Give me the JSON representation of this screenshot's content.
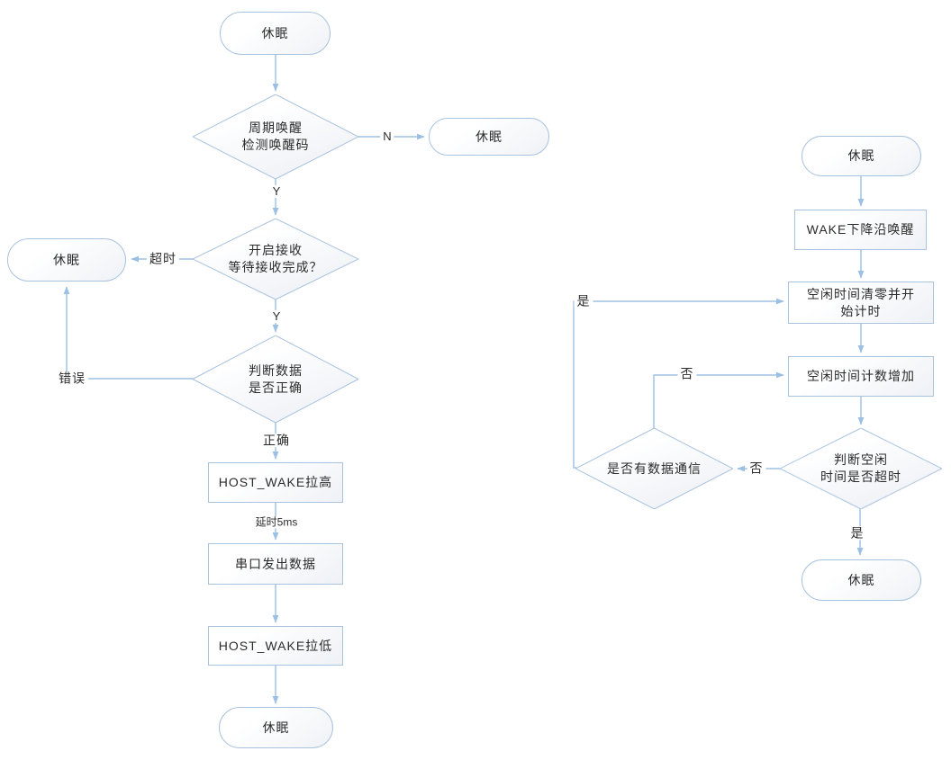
{
  "diagram_title": "UART sleep/wake flowcharts",
  "colors": {
    "connector_line": "#9cc0e4",
    "shape_border": "#a9c2e0",
    "shape_fill_top": "#ffffff",
    "shape_fill_bottom": "#eef1f6",
    "text": "#2b2b2b"
  },
  "left": {
    "nodes": {
      "start": "休眠",
      "check_wake": "周期唤醒\n检测唤醒码",
      "sleep_n": "休眠",
      "recv": "开启接收\n等待接收完成？",
      "sleep_timeout": "休眠",
      "verify": "判断数据\n是否正确",
      "host_wake_high": "HOST_WAKE拉高",
      "uart_send": "串口发出数据",
      "host_wake_low": "HOST_WAKE拉低",
      "end": "休眠"
    },
    "edge_labels": {
      "n": "N",
      "y1": "Y",
      "timeout": "超时",
      "y2": "Y",
      "error": "错误",
      "correct": "正确",
      "delay": "延时5ms"
    }
  },
  "right": {
    "nodes": {
      "start": "休眠",
      "wake_edge": "WAKE下降沿唤醒",
      "idle_reset": "空闲时间清零并开\n始计时",
      "idle_count": "空闲时间计数增加",
      "idle_timeout": "判断空闲\n时间是否超时",
      "has_comm": "是否有数据通信",
      "end": "休眠"
    },
    "edge_labels": {
      "yes_loop": "是",
      "no_count": "否",
      "no_comm": "否",
      "yes_end": "是"
    }
  }
}
